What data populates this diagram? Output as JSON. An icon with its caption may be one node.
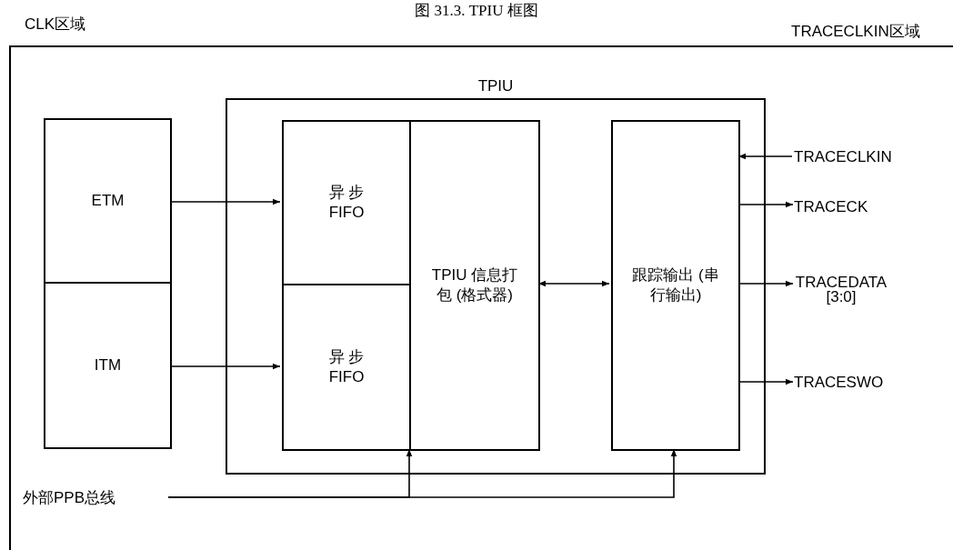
{
  "diagram": {
    "title": "图 31.3. TPIU 框图",
    "nodes": [
      {
        "text": [
          "ETM"
        ]
      },
      {
        "text": [
          "ITM"
        ]
      },
      {
        "text": [
          "TPIU"
        ]
      },
      {
        "text": [
          "异 步 FIFO"
        ],
        "in": 2
      },
      {
        "text": [
          "异 步 FIFO"
        ],
        "in": 2
      },
      {
        "text": [
          "TPIU 信息打包 (格式器)"
        ],
        "in": 2
      },
      {
        "text": [
          "跟踪输出 (串行输出)"
        ],
        "in": 2
      },
      {
        "text": [
          "TRACECLKIN"
        ]
      },
      {
        "text": [
          "TRACECK"
        ]
      },
      {
        "text": [
          "TRACEDATA [3:0]"
        ]
      },
      {
        "text": [
          "TRACESWO"
        ]
      },
      {
        "text": [
          "外部PPB总线"
        ]
      }
    ],
    "edges": [
      {
        "from": 0,
        "to": 3,
        "arrow": "to"
      },
      {
        "from": 1,
        "to": 4,
        "arrow": "to"
      },
      {
        "from": 5,
        "to": 6,
        "arrow": "both"
      },
      {
        "from": 7,
        "to": 6,
        "arrow": "to"
      },
      {
        "from": 6,
        "to": 8,
        "arrow": "to"
      },
      {
        "from": 6,
        "to": 9,
        "arrow": "to"
      },
      {
        "from": 6,
        "to": 10,
        "arrow": "to"
      },
      {
        "from": 11,
        "to": 5,
        "arrow": "to"
      },
      {
        "from": 11,
        "to": 6,
        "arrow": "to"
      }
    ],
    "labels": [
      "CLK区域",
      "TRACECLKIN区域"
    ]
  }
}
